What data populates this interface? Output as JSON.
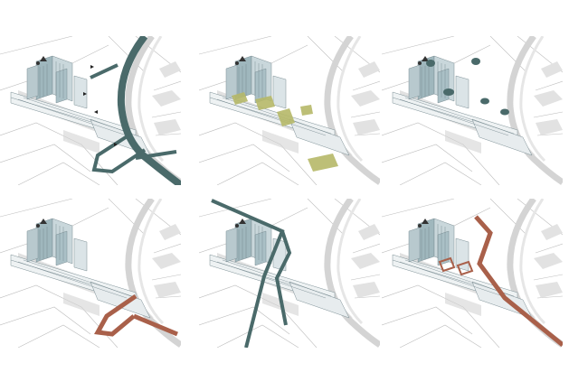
{
  "sheet": {
    "panels": [
      {
        "id": "top-left",
        "highlight": "dark-teal-road-loop"
      },
      {
        "id": "top-center",
        "highlight": "olive-green-plazas"
      },
      {
        "id": "top-right",
        "highlight": "dark-teal-circle-nodes"
      },
      {
        "id": "bottom-left",
        "highlight": "rust-path-loop"
      },
      {
        "id": "bottom-center",
        "highlight": "dark-teal-vertical-corridor"
      },
      {
        "id": "bottom-right",
        "highlight": "rust-diagonal-corridor"
      }
    ]
  },
  "colors": {
    "teal": "#4a6a6a",
    "rust": "#a9604a",
    "olive": "#b6b969",
    "building": "#9fb7bd",
    "grey": "#d4d4d4",
    "line": "#bdbdbd"
  }
}
